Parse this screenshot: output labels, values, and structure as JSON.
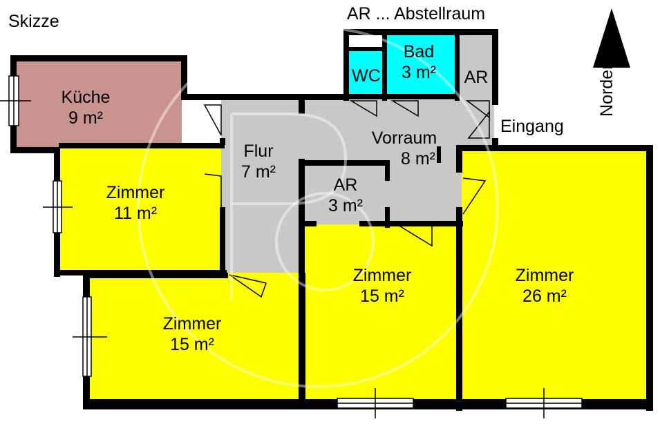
{
  "header": {
    "sketch_label": "Skizze",
    "legend": "AR ... Abstellraum",
    "north_label": "Norden",
    "entrance_label": "Eingang"
  },
  "rooms": {
    "kitchen": {
      "name": "Küche",
      "area": "9 m²"
    },
    "wc": {
      "name": "WC"
    },
    "bath": {
      "name": "Bad",
      "area": "3 m²"
    },
    "storage_top": {
      "name": "AR"
    },
    "hall": {
      "name": "Flur",
      "area": "7 m²"
    },
    "foyer": {
      "name": "Vorraum",
      "area": "8 m²"
    },
    "storage_mid": {
      "name": "AR",
      "area": "3 m²"
    },
    "room_11": {
      "name": "Zimmer",
      "area": "11 m²"
    },
    "room_15_left": {
      "name": "Zimmer",
      "area": "15 m²"
    },
    "room_15_center": {
      "name": "Zimmer",
      "area": "15 m²"
    },
    "room_26": {
      "name": "Zimmer",
      "area": "26 m²"
    }
  },
  "colors": {
    "kitchen": "#c9938f",
    "bedroom": "#ffff00",
    "wet_room": "#00ffff",
    "circulation": "#c8c8c8",
    "wall": "#000000"
  }
}
